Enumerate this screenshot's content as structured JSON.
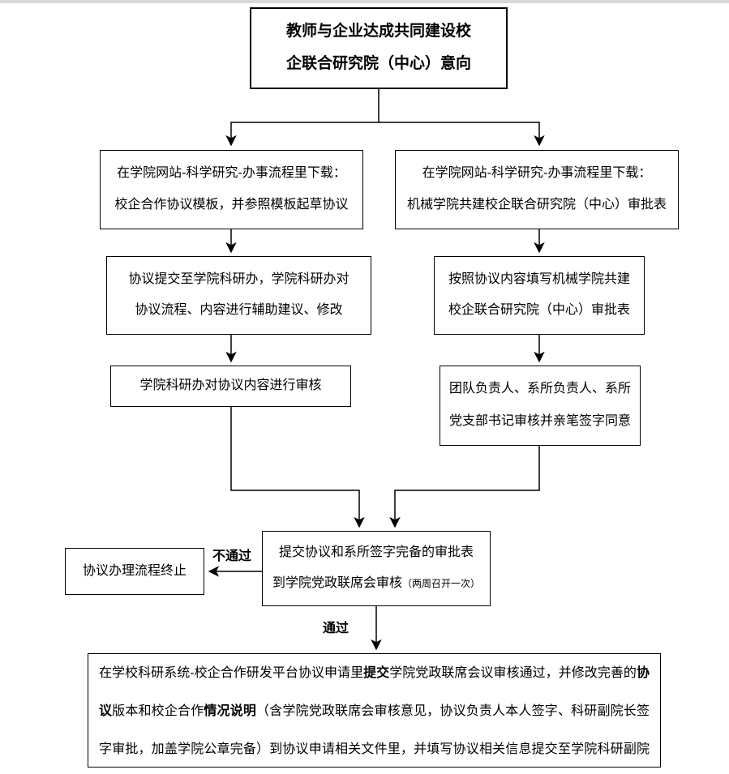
{
  "diagram": {
    "title": {
      "line1": "教师与企业达成共同建设校",
      "line2": "企联合研究院（中心）意向"
    },
    "left_branch": {
      "download": {
        "line1": "在学院网站-科学研究-办事流程里下载：",
        "line2": "校企合作协议模板，并参照模板起草协议"
      },
      "submit": {
        "line1": "协议提交至学院科研办，学院科研办对",
        "line2": "协议流程、内容进行辅助建议、修改"
      },
      "review": {
        "line1": "学院科研办对协议内容进行审核"
      }
    },
    "right_branch": {
      "download": {
        "line1": "在学院网站-科学研究-办事流程里下载：",
        "line2": "机械学院共建校企联合研究院（中心）审批表"
      },
      "fill": {
        "line1": "按照协议内容填写机械学院共建",
        "line2": "校企联合研究院（中心）审批表"
      },
      "sign": {
        "line1": "团队负责人、系所负责人、系所",
        "line2": "党支部书记审核并亲笔签字同意"
      }
    },
    "merge": {
      "line1": "提交协议和系所签字完备的审批表",
      "line2_main": "到学院党政联席会审核",
      "line2_note": "（两周召开一次）"
    },
    "terminate": {
      "text": "协议办理流程终止"
    },
    "labels": {
      "fail": "不通过",
      "pass": "通过"
    },
    "final": {
      "seg1": "在学校科研系统-校企合作研发平台协议申请里",
      "seg2_bold": "提交",
      "seg3": "学院党政联席会议审核通过，并修改完善的",
      "seg4_bold": "协议",
      "seg5": "版本和校企合作",
      "seg6_bold": "情况说明",
      "seg7": "（含学院党政联席会审核意见，协议负责人本人签字、科研副院长签字审批，加盖学院公章完备）到协议申请相关文件里，并填写协议相关信息提交至学院科研副院长审核"
    }
  }
}
